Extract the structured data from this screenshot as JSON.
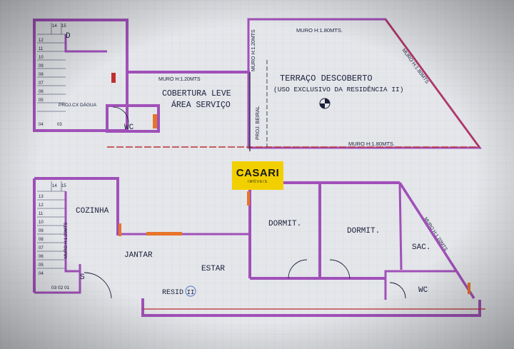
{
  "plan_upper": {
    "stair_letter": "D",
    "stair_steps_top": [
      "14",
      "15"
    ],
    "stair_steps_left": [
      "12",
      "11",
      "10",
      "09",
      "08",
      "07",
      "06",
      "05",
      "04",
      "03"
    ],
    "proj_cx_dagua": "PROJ.CX DÁGUA",
    "wc": "WC",
    "muro_120_h": "MURO H:1.20MTS",
    "muro_120_v": "MURO H:1.20MTS",
    "cobertura_line1": "COBERTURA LEVE",
    "cobertura_line2": "ÁREA SERVIÇO",
    "proj_beiral": "PROJ. BEIRAL",
    "muro_180_top": "MURO H:1.80MTS.",
    "muro_180_bottom": "MURO H:1.80MTS.",
    "muro_180_diag": "MURO H:1.80MTS",
    "terraco_line1": "TERRAÇO DESCOBERTO",
    "terraco_line2": "(USO EXCLUSIVO DA RESIDÊNCIA II)"
  },
  "plan_lower": {
    "stair_steps_top": [
      "14",
      "15"
    ],
    "stair_steps_left": [
      "13",
      "12",
      "11",
      "10",
      "09",
      "08",
      "07",
      "06",
      "05",
      "04"
    ],
    "stair_bottom": "03 02 01",
    "cozinha": "COZINHA",
    "jantar": "JANTAR",
    "estar": "ESTAR",
    "dormit_1": "DORMIT.",
    "dormit_2": "DORMIT.",
    "sac": "SAC.",
    "wc": "WC",
    "s": "S",
    "resid": "RESID",
    "resid_number": "II",
    "muro_left": "MURO H:1.20MTS",
    "muro_right": "MURO H:1.20MTS"
  },
  "logo": {
    "name": "CASARI",
    "tagline": "IMÓVEIS",
    "bg_color": "#f2d000",
    "text_color": "#1a1a1a"
  },
  "colors": {
    "wall": "#a050b8",
    "wall_fill": "#e6c8ec",
    "line_red": "#c03030",
    "line_dark": "#1b1f3a",
    "window": "#e8742a",
    "paper": "#e4e6ea"
  }
}
